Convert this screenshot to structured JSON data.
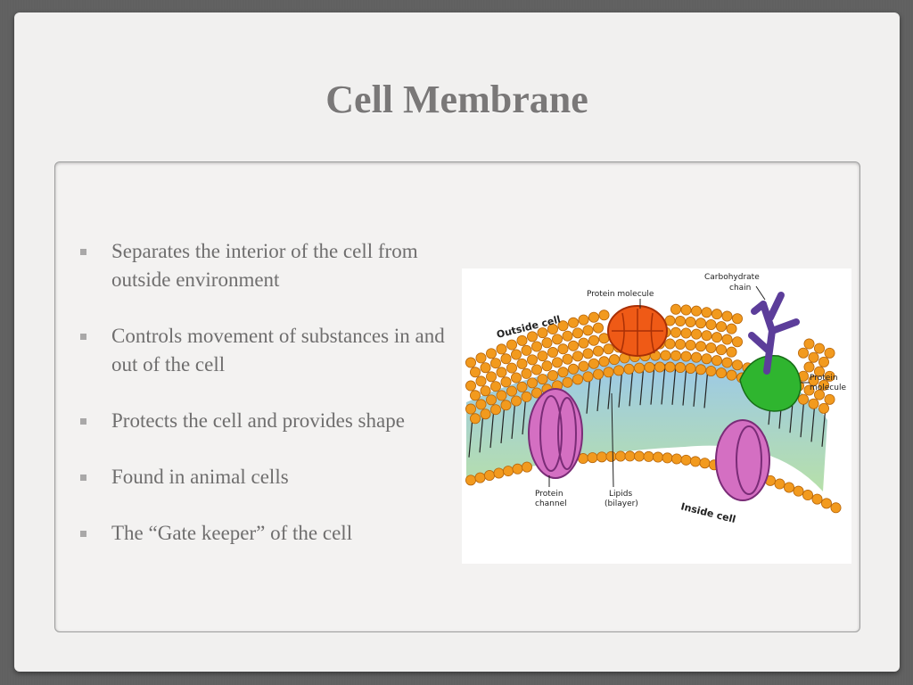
{
  "slide": {
    "title": "Cell Membrane",
    "bullets": [
      "Separates the interior of the cell from outside environment",
      "Controls movement of substances in and out of the cell",
      "Protects the cell and provides shape",
      "Found in animal cells",
      "The “Gate keeper” of the cell"
    ]
  },
  "figure": {
    "labels": {
      "outside_cell": "Outside cell",
      "inside_cell": "Inside cell",
      "protein_molecule_top": "Protein molecule",
      "carbohydrate_chain_1": "Carbohydrate",
      "carbohydrate_chain_2": "chain",
      "protein_molecule_right_1": "Protein",
      "protein_molecule_right_2": "molecule",
      "protein_channel_1": "Protein",
      "protein_channel_2": "channel",
      "lipids_1": "Lipids",
      "lipids_2": "(bilayer)"
    },
    "colors": {
      "phospholipid_head": "#f29a1e",
      "protein_top": "#ef5a16",
      "protein_right": "#2fb52f",
      "channel": "#d46fc2",
      "carbohydrate": "#5c3d9a",
      "interior": "#7fb6df"
    }
  }
}
